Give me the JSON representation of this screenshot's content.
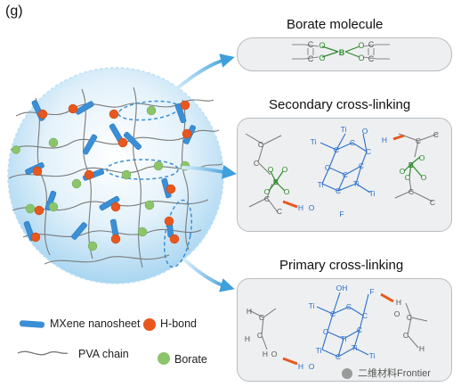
{
  "figure_label": "(g)",
  "panels": {
    "borate_title": "Borate molecule",
    "secondary_title": "Secondary cross-linking",
    "primary_title": "Primary cross-linking"
  },
  "legend": {
    "mxene": "MXene nanosheet",
    "hbond": "H-bond",
    "pva": "PVA chain",
    "borate": "Borate"
  },
  "watermark": "二维材料Frontier",
  "atoms": {
    "C": "C",
    "O": "O",
    "B": "B",
    "H": "H",
    "Ti": "Ti",
    "F": "F",
    "OH": "OH"
  },
  "colors": {
    "mxene": "#3a8fd6",
    "hbond": "#e8571e",
    "borate": "#8cc46a",
    "boron_bond": "#2f8a2f",
    "chain": "#777777",
    "sphere": "#cfe8f8",
    "arrow": "#4aa6e0"
  }
}
